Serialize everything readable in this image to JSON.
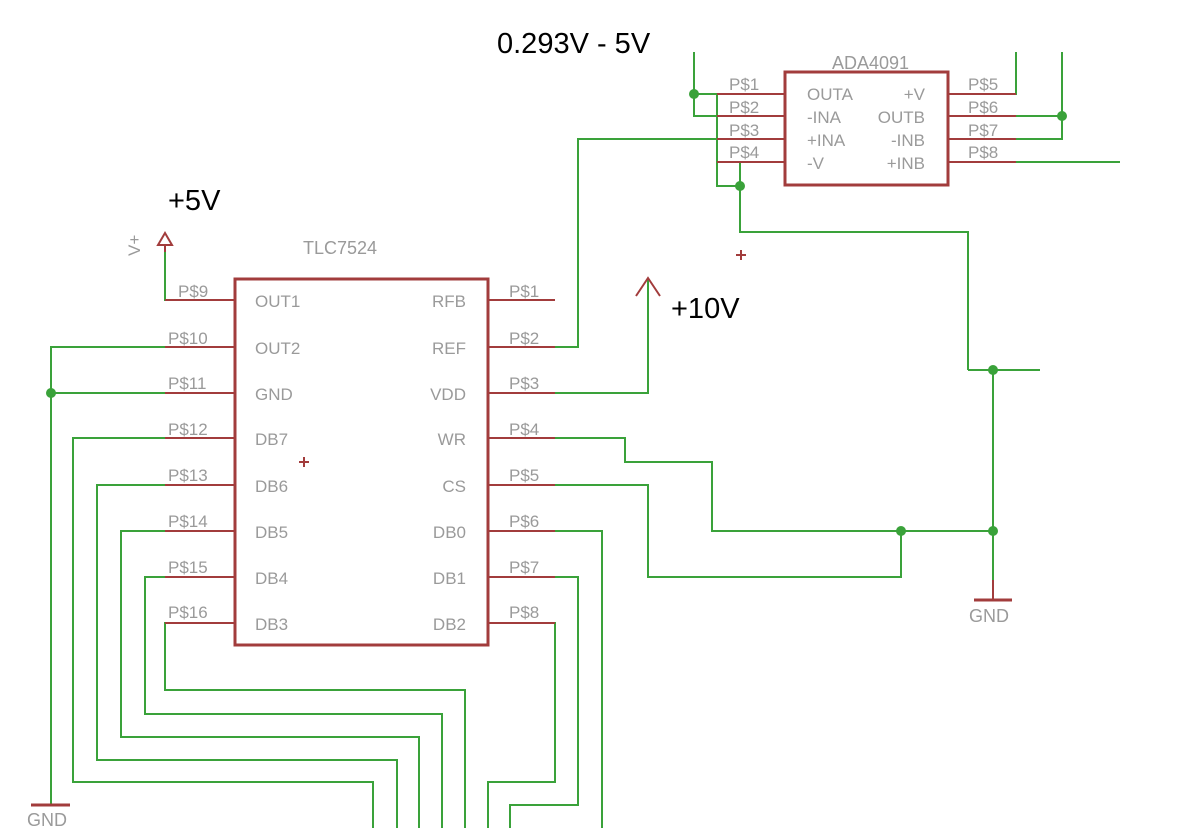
{
  "labels": {
    "range": "0.293V - 5V",
    "plus5": "+5V",
    "plus10": "+10V",
    "vplus": "V+",
    "gnd": "GND"
  },
  "dac": {
    "name": "TLC7524",
    "left_pins": [
      {
        "pad": "P$9",
        "name": "OUT1"
      },
      {
        "pad": "P$10",
        "name": "OUT2"
      },
      {
        "pad": "P$11",
        "name": "GND"
      },
      {
        "pad": "P$12",
        "name": "DB7"
      },
      {
        "pad": "P$13",
        "name": "DB6"
      },
      {
        "pad": "P$14",
        "name": "DB5"
      },
      {
        "pad": "P$15",
        "name": "DB4"
      },
      {
        "pad": "P$16",
        "name": "DB3"
      }
    ],
    "right_pins": [
      {
        "pad": "P$1",
        "name": "RFB"
      },
      {
        "pad": "P$2",
        "name": "REF"
      },
      {
        "pad": "P$3",
        "name": "VDD"
      },
      {
        "pad": "P$4",
        "name": "WR"
      },
      {
        "pad": "P$5",
        "name": "CS"
      },
      {
        "pad": "P$6",
        "name": "DB0"
      },
      {
        "pad": "P$7",
        "name": "DB1"
      },
      {
        "pad": "P$8",
        "name": "DB2"
      }
    ]
  },
  "opamp": {
    "name": "ADA4091",
    "left_pins": [
      {
        "pad": "P$1",
        "name": "OUTA"
      },
      {
        "pad": "P$2",
        "name": "-INA"
      },
      {
        "pad": "P$3",
        "name": "+INA"
      },
      {
        "pad": "P$4",
        "name": "-V"
      }
    ],
    "right_pins": [
      {
        "pad": "P$5",
        "name": "+V"
      },
      {
        "pad": "P$6",
        "name": "OUTB"
      },
      {
        "pad": "P$7",
        "name": "-INB"
      },
      {
        "pad": "P$8",
        "name": "+INB"
      }
    ]
  },
  "colors": {
    "wire": "#3aa23a",
    "part": "#a23c3c",
    "label": "#9a9a9a",
    "text": "#000000"
  }
}
